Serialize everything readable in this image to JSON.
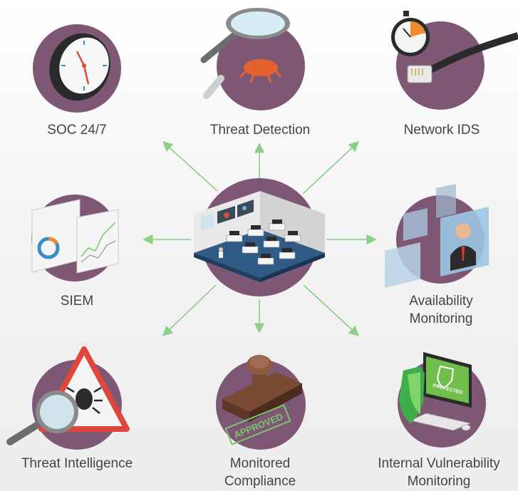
{
  "colors": {
    "circle": "#7e5774",
    "arrow": "#8ccf86",
    "text": "#444444"
  },
  "center": {
    "name": "security operations center",
    "icon": "control-room-icon"
  },
  "nodes": [
    {
      "id": "soc",
      "lines": [
        "SOC 24/7"
      ],
      "icon": "clock-icon"
    },
    {
      "id": "threat-detection",
      "lines": [
        "Threat Detection"
      ],
      "icon": "magnifier-bug-icon"
    },
    {
      "id": "network-ids",
      "lines": [
        "Network IDS"
      ],
      "icon": "stopwatch-cable-icon"
    },
    {
      "id": "siem",
      "lines": [
        "SIEM"
      ],
      "icon": "dashboard-charts-icon"
    },
    {
      "id": "availability",
      "lines": [
        "Availability",
        "Monitoring"
      ],
      "icon": "video-monitoring-icon"
    },
    {
      "id": "threat-intel",
      "lines": [
        "Threat Intelligence"
      ],
      "icon": "warning-bug-icon"
    },
    {
      "id": "compliance",
      "lines": [
        "Monitored",
        "Compliance"
      ],
      "icon": "approved-stamp-icon"
    },
    {
      "id": "vulnerability",
      "lines": [
        "Internal Vulnerability",
        "Monitoring"
      ],
      "icon": "protected-computer-icon"
    }
  ],
  "stamp_text": "APPROVED",
  "protected_text": "PROTECTED"
}
